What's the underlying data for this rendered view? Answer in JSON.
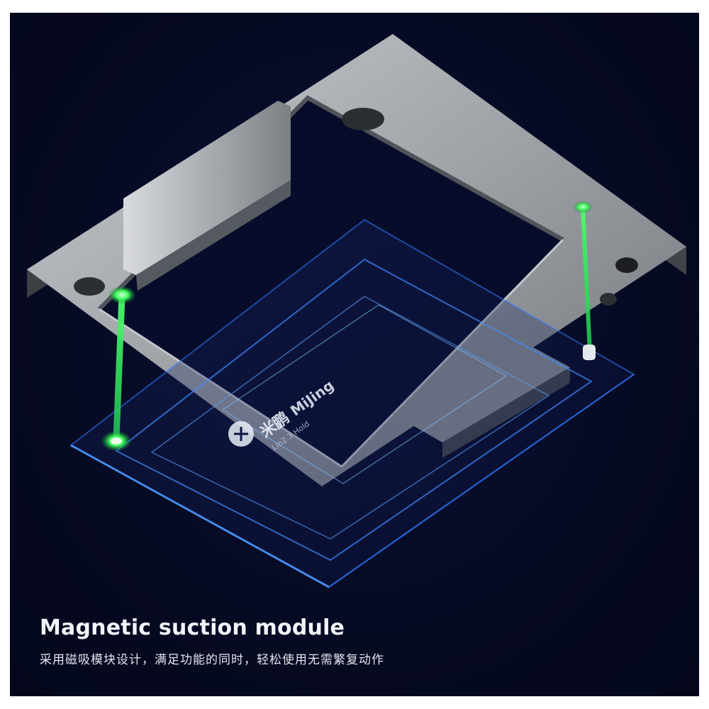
{
  "caption": {
    "title": "Magnetic suction module",
    "subtitle": "采用磁吸模块设计，满足功能的同时，轻松使用无需繁复动作"
  },
  "plate_label": {
    "brand": "米鹏",
    "model": "MiJing",
    "line": "Lin2.3 Hold"
  },
  "colors": {
    "background": "#060a24",
    "metal": "#8d9197",
    "acrylic_edge": "#2f7dff",
    "magnet": "#3cff5a"
  }
}
